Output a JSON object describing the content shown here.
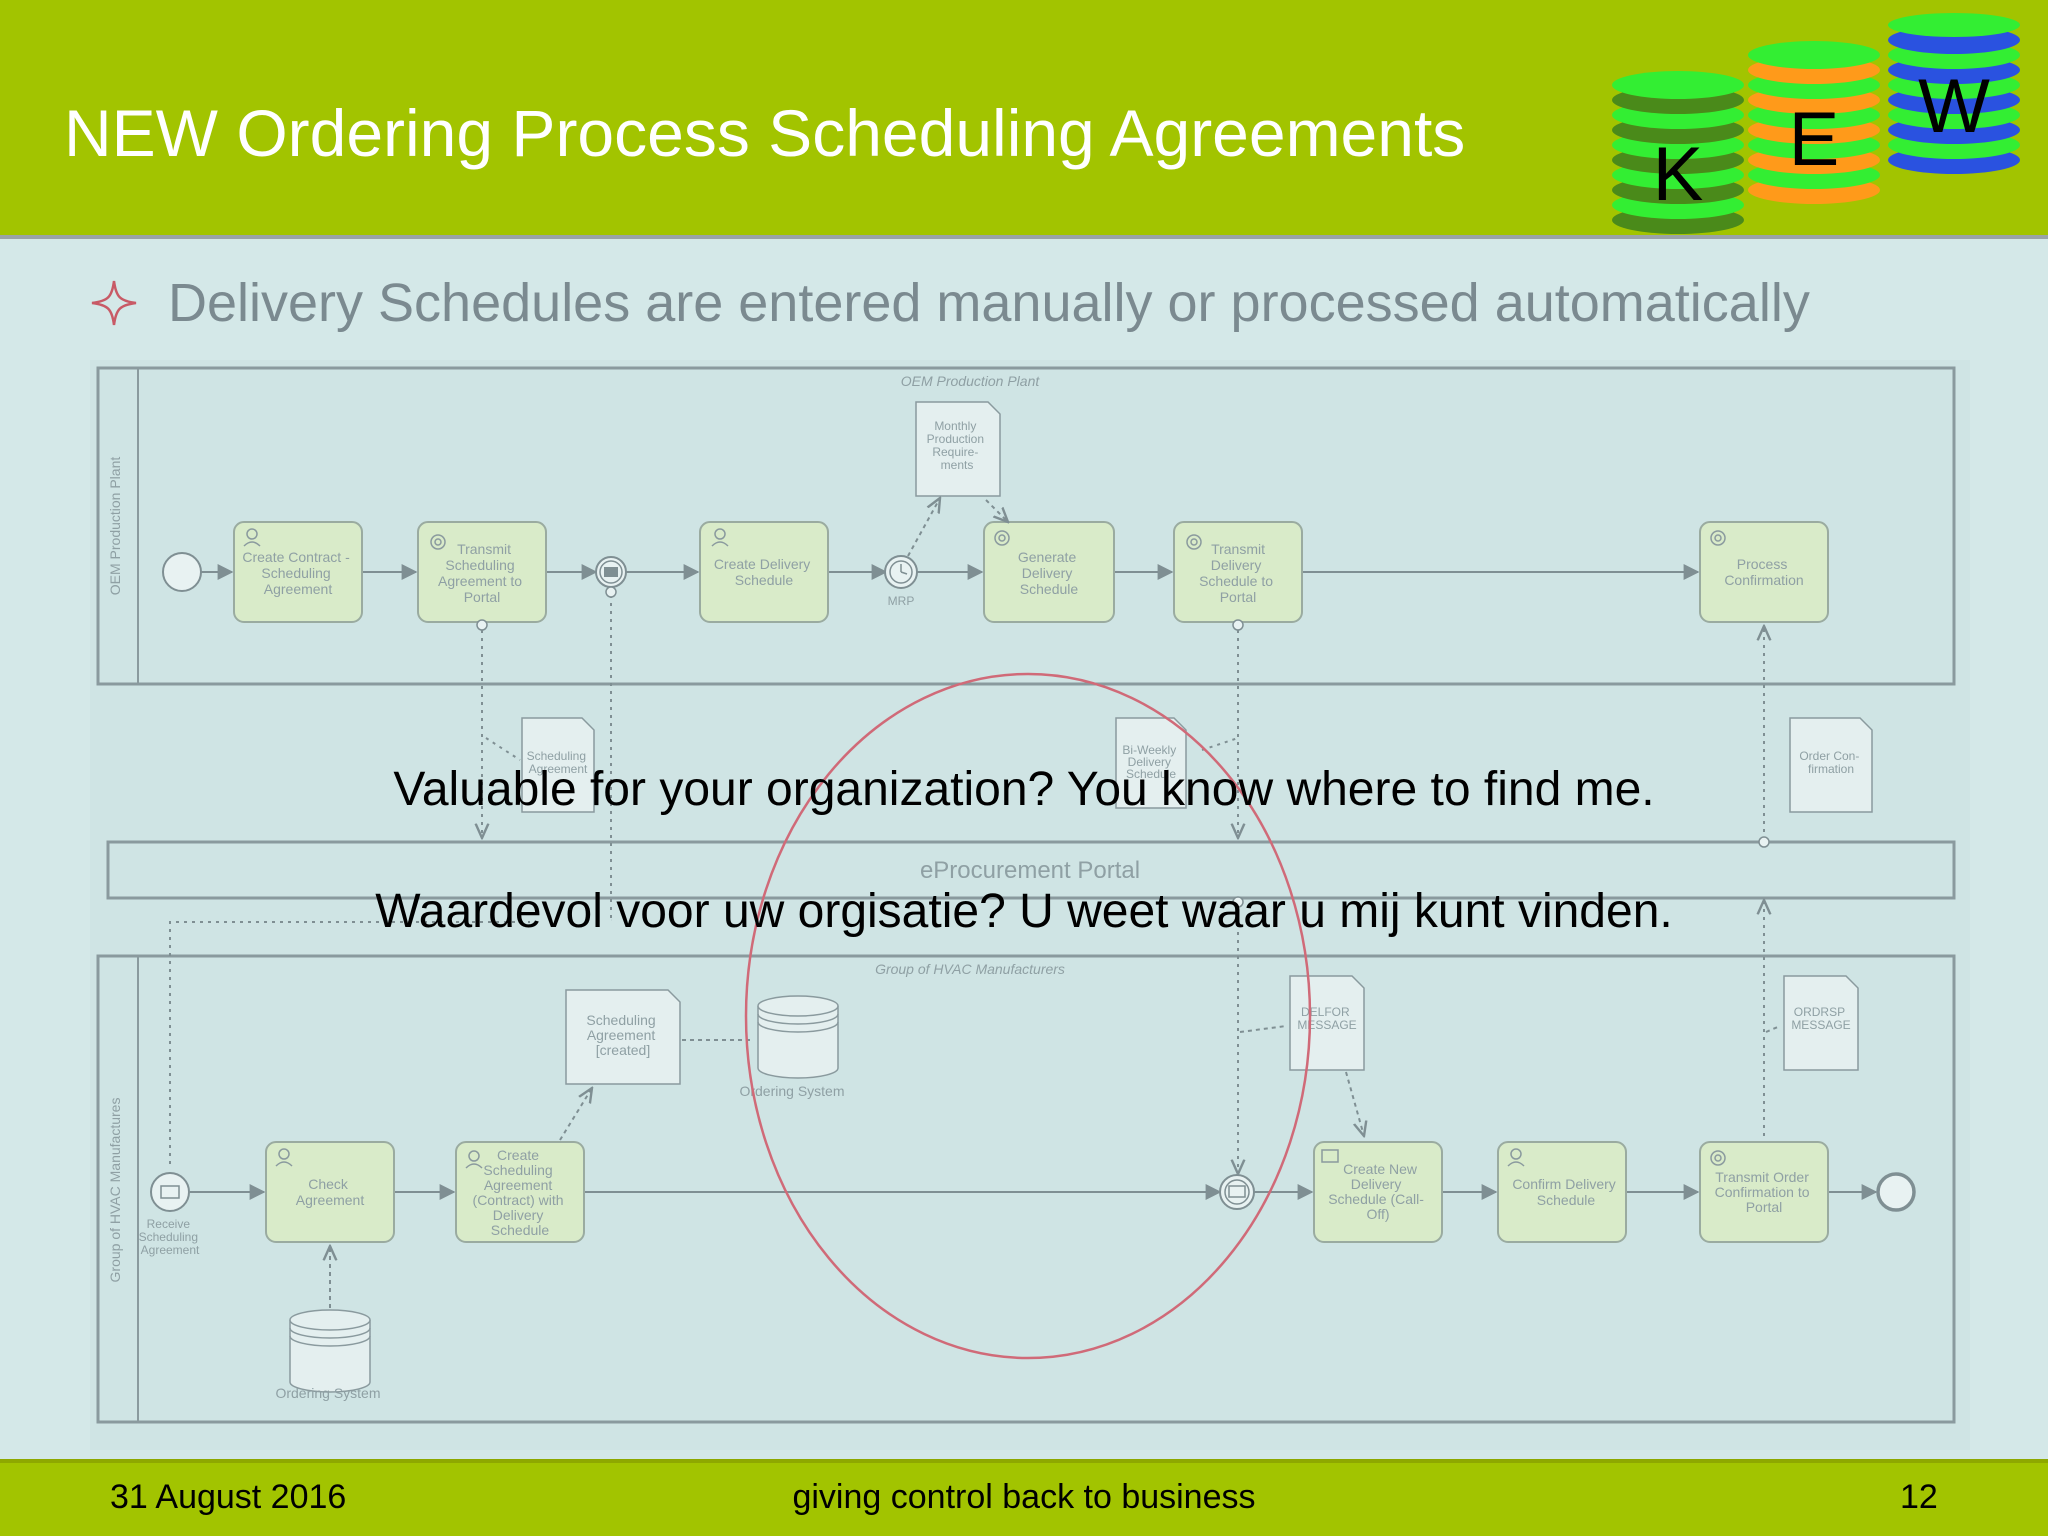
{
  "slide": {
    "title": "NEW  Ordering Process Scheduling Agreements",
    "bullet": "Delivery Schedules are entered manually or processed automatically",
    "overlay_en": "Valuable for your organization? You know where to find me.",
    "overlay_nl": "Waardevol voor uw orgisatie? U weet waar u mij kunt vinden."
  },
  "logo": {
    "letters": [
      "K",
      "E",
      "W"
    ]
  },
  "diagram": {
    "lanes": {
      "top": "OEM Production Plant",
      "top_side": "OEM Production Plant",
      "middle": "eProcurement Portal",
      "bottom": "Group of HVAC Manufacturers",
      "bottom_side": "Group of HVAC Manufactures"
    },
    "tasks": {
      "create_contract": [
        "Create Contract -",
        "Scheduling",
        "Agreement"
      ],
      "transmit_sa": [
        "Transmit",
        "Scheduling",
        "Agreement to",
        "Portal"
      ],
      "create_delivery": [
        "Create Delivery",
        "Schedule"
      ],
      "generate_delivery": [
        "Generate",
        "Delivery",
        "Schedule"
      ],
      "transmit_delivery": [
        "Transmit",
        "Delivery",
        "Schedule to",
        "Portal"
      ],
      "process_confirmation": [
        "Process",
        "Confirmation"
      ],
      "check_agreement": [
        "Check",
        "Agreement"
      ],
      "create_sa_contract": [
        "Create",
        "Scheduling",
        "Agreement",
        "(Contract) with",
        "Delivery",
        "Schedule"
      ],
      "create_new_delivery": [
        "Create New",
        "Delivery",
        "Schedule (Call-",
        "Off)"
      ],
      "confirm_delivery": [
        "Confirm Delivery",
        "Schedule"
      ],
      "transmit_order": [
        "Transmit Order",
        "Confirmation to",
        "Portal"
      ]
    },
    "documents": {
      "monthly": [
        "Monthly",
        "Production",
        "Require-",
        "ments"
      ],
      "scheduling_agreement": [
        "Scheduling",
        "Agreement"
      ],
      "biweekly": [
        "Bi-Weekly",
        "Delivery",
        "Schedule"
      ],
      "order_confirmation": [
        "Order Con-",
        "firmation"
      ],
      "sa_created": [
        "Scheduling",
        "Agreement",
        "[created]"
      ],
      "delfor": [
        "DELFOR",
        "MESSAGE"
      ],
      "ordrsp": [
        "ORDRSP",
        "MESSAGE"
      ]
    },
    "labels": {
      "mrp": "MRP",
      "ordering_system_1": "Ordering System",
      "ordering_system_2": "Ordering System",
      "receive": [
        "Receive",
        "Scheduling",
        "Agreement"
      ]
    }
  },
  "footer": {
    "date": "31 August 2016",
    "tagline": "giving control back to business",
    "page": "12"
  },
  "colors": {
    "header": "#a2c400",
    "content_bg": "#d4e8e8",
    "task_fill": "#d9ebc9",
    "circle": "#d06a78"
  }
}
